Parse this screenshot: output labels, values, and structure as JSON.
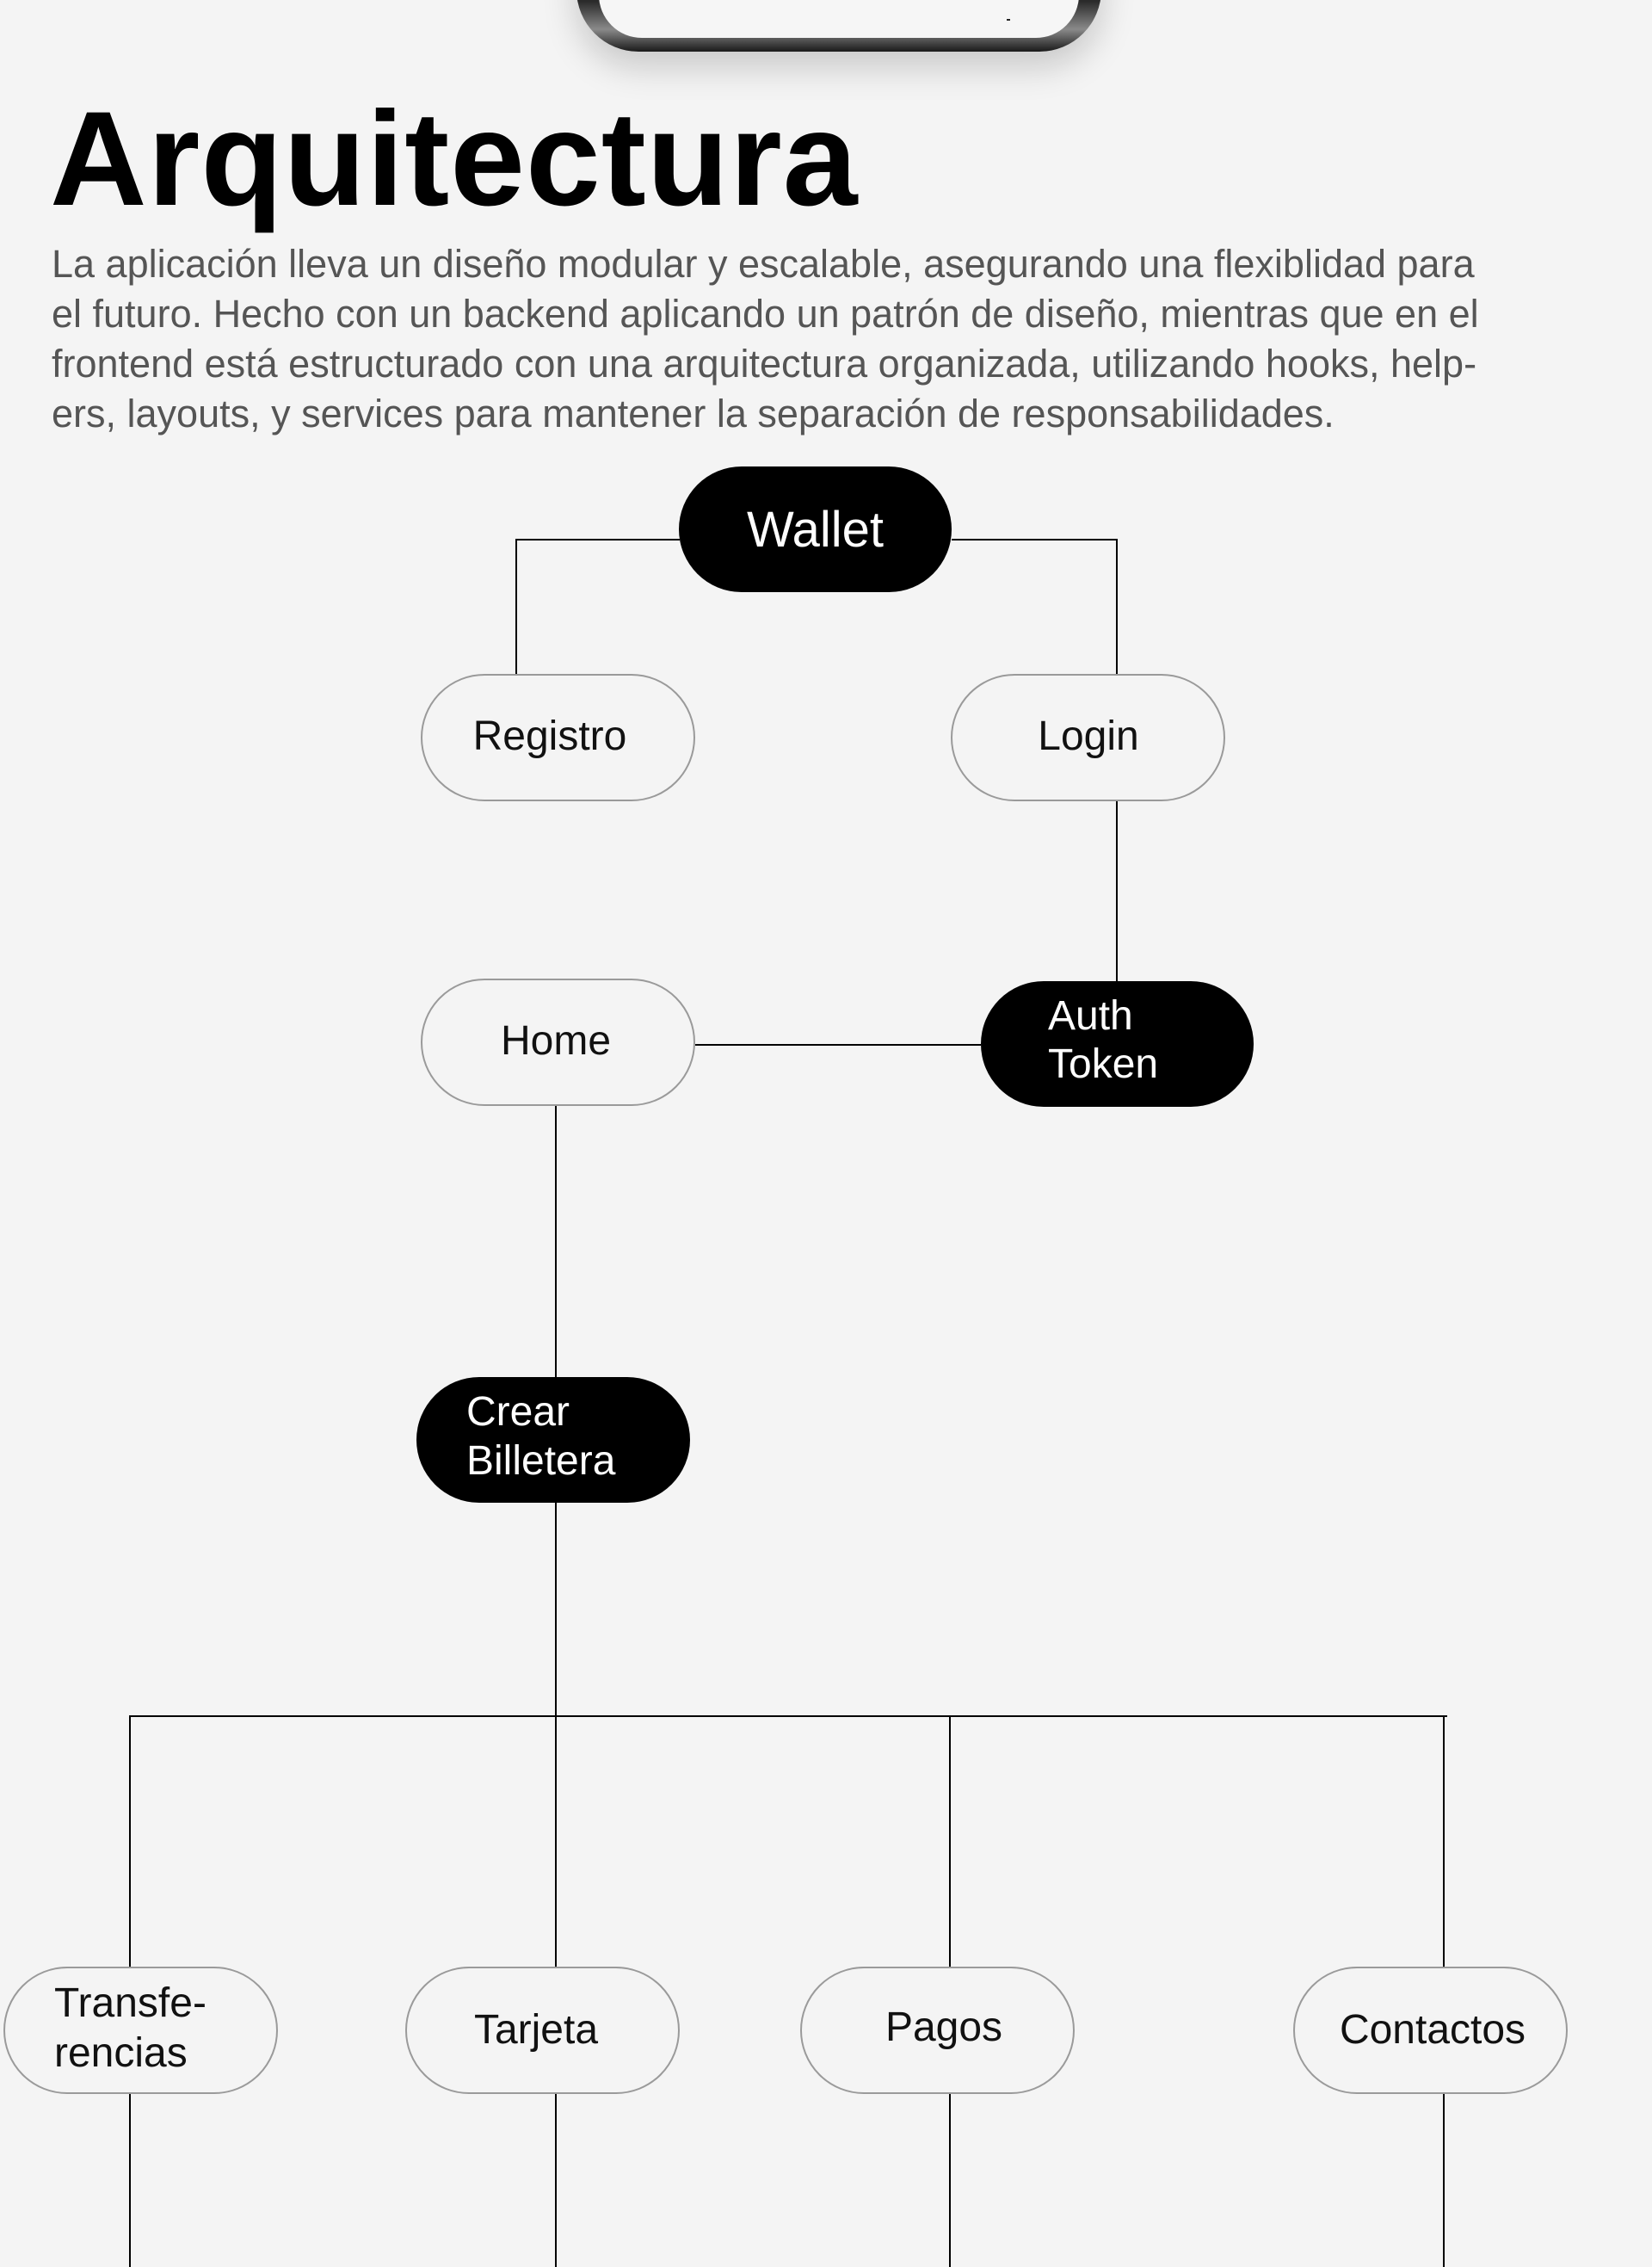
{
  "header": {
    "title": "Arquitectura",
    "description": "La aplicación lleva un diseño modular y escalable, asegurando una flexiblidad para\nel futuro. Hecho con un backend aplicando un patrón de diseño, mientras que en el\nfrontend está estructurado con una arquitectura organizada, utilizando hooks, help-\ners, layouts, y services para mantener la separación de responsabilidades."
  },
  "diagram": {
    "nodes": {
      "wallet": {
        "label": "Wallet",
        "style": "filled"
      },
      "registro": {
        "label": "Registro",
        "style": "outline"
      },
      "login": {
        "label": "Login",
        "style": "outline"
      },
      "home": {
        "label": "Home",
        "style": "outline"
      },
      "auth_token": {
        "label_lines": [
          "Auth",
          "Token"
        ],
        "style": "filled"
      },
      "crear_billetera": {
        "label_lines": [
          "Crear",
          "Billetera"
        ],
        "style": "filled"
      },
      "transferencias": {
        "label_lines": [
          "Transfe-",
          "rencias"
        ],
        "style": "outline"
      },
      "tarjeta": {
        "label": "Tarjeta",
        "style": "outline"
      },
      "pagos": {
        "label": "Pagos",
        "style": "outline"
      },
      "contactos": {
        "label": "Contactos",
        "style": "outline"
      }
    },
    "colors": {
      "filled": "#000000",
      "outline_fill": "#f4f4f4",
      "outline_stroke": "#9a9a9a",
      "line": "#000000",
      "filled_text": "#ffffff",
      "outline_text": "#111111"
    }
  }
}
